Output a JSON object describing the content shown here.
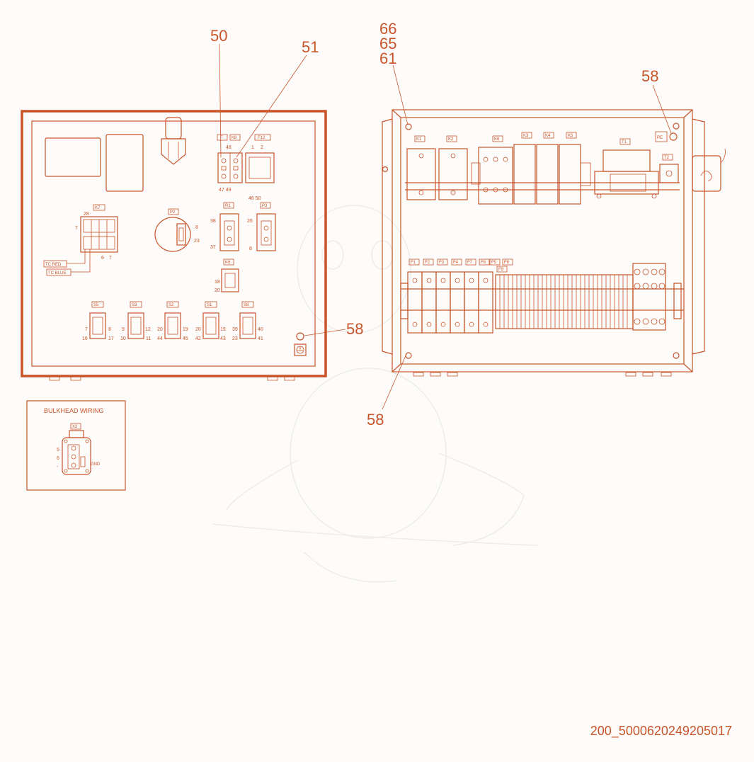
{
  "callouts": {
    "c50": "50",
    "c51": "51",
    "c66": "66",
    "c65": "65",
    "c61": "61",
    "c58_top": "58",
    "c58_mid": "58",
    "c58_bottom": "58"
  },
  "left_panel": {
    "tags": {
      "f_small": "F",
      "k8": "K8",
      "f12": "F12",
      "k7": "K7",
      "p2": "P2",
      "r1": "R1",
      "p3": "P3",
      "k6": "K6",
      "s5": "S5",
      "s3": "S3",
      "s2": "S2",
      "s1": "S1",
      "s8": "S8"
    },
    "wires": {
      "w48": "48",
      "w1": "1",
      "w2": "2",
      "w47_49": "47 49",
      "w46_50": "46 50",
      "w28": "28",
      "w7_k7": "7",
      "w6": "6",
      "w7b": "7",
      "w8_p2": "8",
      "w23": "23",
      "w38": "38",
      "w37": "37",
      "w26": "26",
      "w8_p3": "8",
      "w18": "18",
      "w20": "20",
      "s5_tl": "7",
      "s5_tr": "8",
      "s5_bl": "16",
      "s5_br": "17",
      "s3_tl": "9",
      "s3_tr": "12",
      "s3_bl": "10",
      "s3_br": "11",
      "s2_tl": "20",
      "s2_tr": "19",
      "s2_bl": "44",
      "s2_br": "45",
      "s1_tl": "20",
      "s1_tr": "19",
      "s1_bl": "42",
      "s1_br": "43",
      "s8_tl": "39",
      "s8_tr": "40",
      "s8_bl": "23",
      "s8_br": "41"
    },
    "tc_red": "TC RED",
    "tc_blue": "TC BLUE"
  },
  "right_panel": {
    "tags": {
      "k1": "K1",
      "k2": "K2",
      "k6": "K6",
      "k3": "K3",
      "k4": "K4",
      "k5": "K5",
      "t1": "T1",
      "pe": "PE",
      "t2": "T2",
      "f1": "F1",
      "f2": "F2",
      "f3": "F3",
      "f4": "F4",
      "f7": "F7",
      "f8": "F8",
      "f5": "F5",
      "f6": "F6",
      "f9": "F9"
    }
  },
  "bulkhead": {
    "title": "BULKHEAD WIRING",
    "tag": "X2",
    "pin5": "5",
    "pin6": "6",
    "pin_dash": "-",
    "gnd": "GND"
  },
  "reference": "200_5000620249205017",
  "colors": {
    "line": "#c8542a",
    "background": "#fdfcfa"
  }
}
